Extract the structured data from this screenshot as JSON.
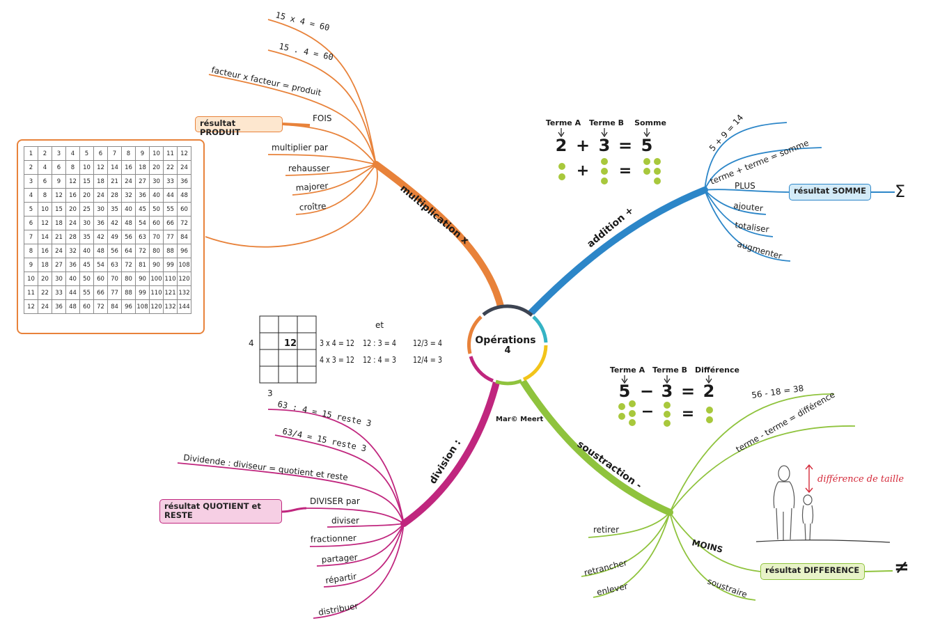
{
  "center": {
    "title": "Opérations",
    "subtitle": "4",
    "author": "Mar© Meert"
  },
  "branches": {
    "multiplication": {
      "label": "multiplication x",
      "items": [
        "15 x 4 = 60",
        "15 . 4 = 60",
        "facteur x facteur = produit",
        "FOIS",
        "multiplier par",
        "rehausser",
        "majorer",
        "croître"
      ],
      "result": "résultat PRODUIT",
      "table": [
        [
          1,
          2,
          3,
          4,
          5,
          6,
          7,
          8,
          9,
          10,
          11,
          12
        ],
        [
          2,
          4,
          6,
          8,
          10,
          12,
          14,
          16,
          18,
          20,
          22,
          24
        ],
        [
          3,
          6,
          9,
          12,
          15,
          18,
          21,
          24,
          27,
          30,
          33,
          36
        ],
        [
          4,
          8,
          12,
          16,
          20,
          24,
          28,
          32,
          36,
          40,
          44,
          48
        ],
        [
          5,
          10,
          15,
          20,
          25,
          30,
          35,
          40,
          45,
          50,
          55,
          60
        ],
        [
          6,
          12,
          18,
          24,
          30,
          36,
          42,
          48,
          54,
          60,
          66,
          72
        ],
        [
          7,
          14,
          21,
          28,
          35,
          42,
          49,
          56,
          63,
          70,
          77,
          84
        ],
        [
          8,
          16,
          24,
          32,
          40,
          48,
          56,
          64,
          72,
          80,
          88,
          96
        ],
        [
          9,
          18,
          27,
          36,
          45,
          54,
          63,
          72,
          81,
          90,
          99,
          108
        ],
        [
          10,
          20,
          30,
          40,
          50,
          60,
          70,
          80,
          90,
          100,
          110,
          120
        ],
        [
          11,
          22,
          33,
          44,
          55,
          66,
          77,
          88,
          99,
          110,
          121,
          132
        ],
        [
          12,
          24,
          36,
          48,
          60,
          72,
          84,
          96,
          108,
          120,
          132,
          144
        ]
      ]
    },
    "addition": {
      "label": "addition +",
      "items": [
        "5 + 9 = 14",
        "terme + terme = somme",
        "PLUS",
        "ajouter",
        "totaliser",
        "augmenter"
      ],
      "result": "résultat SOMME",
      "symbol": "Σ",
      "example": {
        "term_a": "Terme A",
        "term_b": "Terme B",
        "total": "Somme",
        "a": "2",
        "op": "+",
        "b": "3",
        "eq": "=",
        "r": "5"
      }
    },
    "soustraction": {
      "label": "soustraction -",
      "items": [
        "56 - 18 = 38",
        "terme - terme = différence",
        "MOINS",
        "retirer",
        "retrancher",
        "enlever",
        "soustraire"
      ],
      "result": "résultat DIFFERENCE",
      "symbol": "≠",
      "illustration_caption": "différence de taille",
      "example": {
        "term_a": "Terme A",
        "term_b": "Terme B",
        "total": "Différence",
        "a": "5",
        "op": "−",
        "b": "3",
        "eq": "=",
        "r": "2"
      }
    },
    "division": {
      "label": "division :",
      "items": [
        "63 : 4 = 15 reste 3",
        "63/4 = 15 reste 3",
        "Dividende : diviseur = quotient et reste",
        "DIVISER par",
        "diviser",
        "fractionner",
        "partager",
        "répartir",
        "distribuer"
      ],
      "result": "résultat QUOTIENT et RESTE"
    }
  },
  "grid_example": {
    "value": "12",
    "side_left": "4",
    "side_bottom": "3",
    "connector": "et",
    "lines": [
      [
        "3 x 4 = 12",
        "12 : 3 = 4",
        "12/3 = 4"
      ],
      [
        "4 x 3 = 12",
        "12 : 4 = 3",
        "12/4 = 3"
      ]
    ]
  },
  "colors": {
    "multiplication": "#e8823a",
    "addition": "#2c86c8",
    "soustraction": "#8fc33d",
    "division": "#c0267e",
    "dots": "#a8c83c",
    "term_a": "#3e4f9a",
    "term_b": "#b23a4e",
    "total": "#8e4aa8"
  }
}
